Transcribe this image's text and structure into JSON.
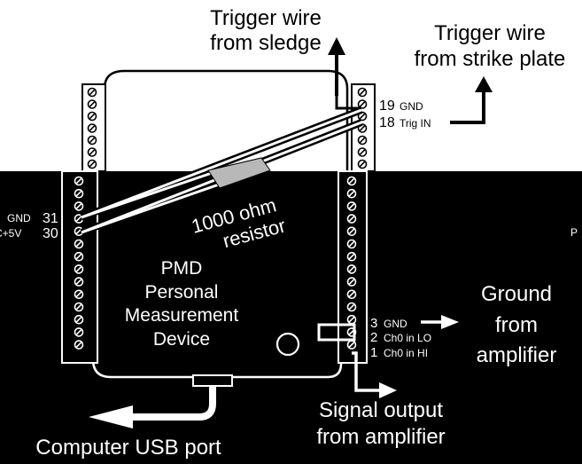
{
  "labels": {
    "trigger_sledge_1": "Trigger wire",
    "trigger_sledge_2": "from sledge",
    "trigger_plate_1": "Trigger wire",
    "trigger_plate_2": "from strike plate",
    "pin19_num": "19",
    "pin19_name": "GND",
    "pin18_num": "18",
    "pin18_name": "Trig IN",
    "pin31_name": "GND",
    "pin31_num": "31",
    "pin30_name": "C+5V",
    "pin30_num": "30",
    "resistor_1": "1000 ohm",
    "resistor_2": "resistor",
    "device_1": "PMD",
    "device_2": "Personal",
    "device_3": "Measurement",
    "device_4": "Device",
    "pin3_num": "3",
    "pin3_name": "GND",
    "pin2_num": "2",
    "pin2_name": "Ch0 in LO",
    "pin1_num": "1",
    "pin1_name": "Ch0 in HI",
    "ground_1": "Ground",
    "ground_2": "from",
    "ground_3": "amplifier",
    "signal_1": "Signal output",
    "signal_2": "from amplifier",
    "usb": "Computer USB port",
    "edge_cut": "P"
  },
  "colors": {
    "background": "#000000",
    "foreground": "#ffffff",
    "upper_background": "#ffffff",
    "upper_foreground": "#000000",
    "resistor_fill": "#b8b8b8"
  }
}
